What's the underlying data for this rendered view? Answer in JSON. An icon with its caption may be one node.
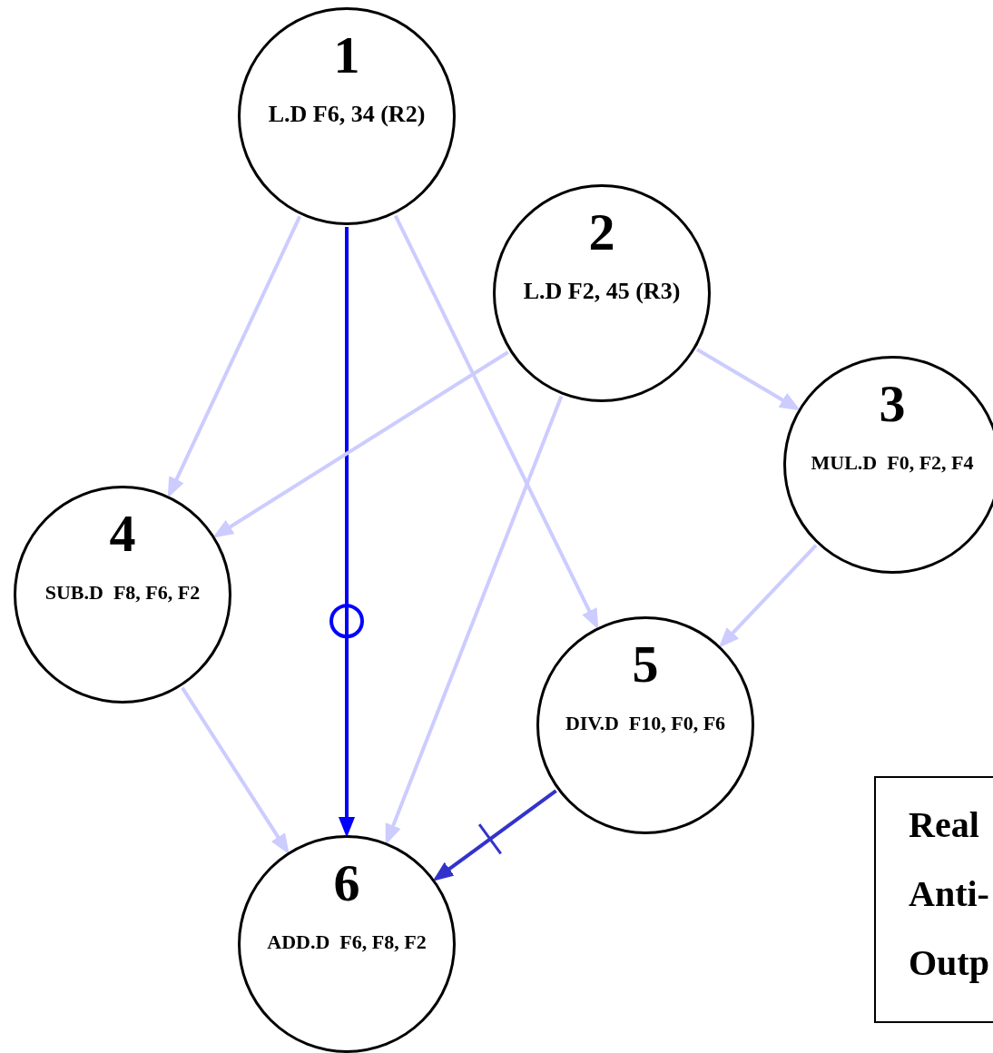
{
  "diagram": {
    "nodes": [
      {
        "text": [
          "1",
          "L.D F6, 34 (R2)"
        ]
      },
      {
        "text": [
          "2",
          "L.D F2, 45 (R3)"
        ]
      },
      {
        "text": [
          "3",
          "MUL.D  F0, F2, F4"
        ]
      },
      {
        "text": [
          "4",
          "SUB.D  F8, F6, F2"
        ]
      },
      {
        "text": [
          "5",
          "DIV.D  F10, F0, F6"
        ]
      },
      {
        "text": [
          "6",
          "ADD.D  F6, F8, F2"
        ]
      }
    ],
    "edges": [
      {
        "from": 0,
        "to": 3,
        "arrow": "to"
      },
      {
        "from": 0,
        "to": 5,
        "arrow": "to",
        "color": "#0000ff"
      },
      {
        "from": 0,
        "to": 4,
        "arrow": "to"
      },
      {
        "from": 1,
        "to": 3,
        "arrow": "to"
      },
      {
        "from": 1,
        "to": 5,
        "arrow": "to"
      },
      {
        "from": 1,
        "to": 2,
        "arrow": "to"
      },
      {
        "from": 2,
        "to": 4,
        "arrow": "to"
      },
      {
        "from": 3,
        "to": 5,
        "arrow": "to"
      },
      {
        "from": 4,
        "to": 5,
        "arrow": "to",
        "color": "#3333cc"
      }
    ],
    "labels": [
      "Real",
      "Anti-",
      "Outp"
    ]
  }
}
